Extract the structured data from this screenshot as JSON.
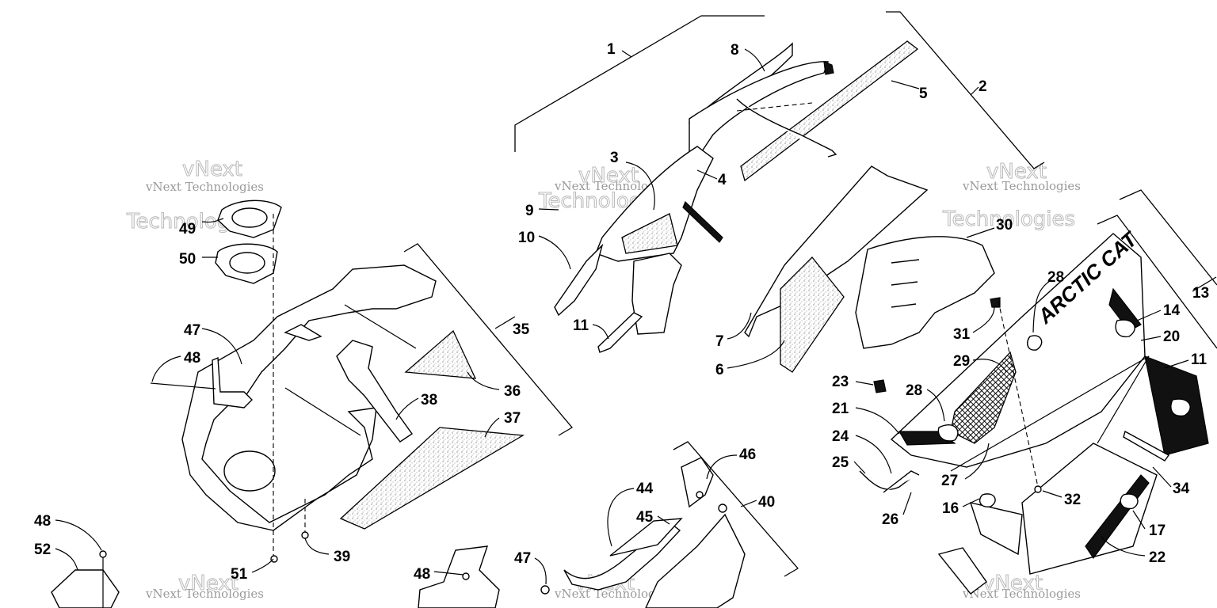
{
  "watermark": {
    "small": "vNext Technologies",
    "large_top": "vNext",
    "large_bottom": "Technologies"
  },
  "logo_text": "ARCTIC CAT",
  "callouts": [
    {
      "id": "c1",
      "label": "1"
    },
    {
      "id": "c2",
      "label": "2"
    },
    {
      "id": "c3",
      "label": "3"
    },
    {
      "id": "c4",
      "label": "4"
    },
    {
      "id": "c5",
      "label": "5"
    },
    {
      "id": "c6",
      "label": "6"
    },
    {
      "id": "c7",
      "label": "7"
    },
    {
      "id": "c8",
      "label": "8"
    },
    {
      "id": "c9",
      "label": "9"
    },
    {
      "id": "c10",
      "label": "10"
    },
    {
      "id": "c11a",
      "label": "11"
    },
    {
      "id": "c11b",
      "label": "11"
    },
    {
      "id": "c13",
      "label": "13"
    },
    {
      "id": "c14",
      "label": "14"
    },
    {
      "id": "c16",
      "label": "16"
    },
    {
      "id": "c17",
      "label": "17"
    },
    {
      "id": "c20",
      "label": "20"
    },
    {
      "id": "c21",
      "label": "21"
    },
    {
      "id": "c22",
      "label": "22"
    },
    {
      "id": "c23",
      "label": "23"
    },
    {
      "id": "c24",
      "label": "24"
    },
    {
      "id": "c25",
      "label": "25"
    },
    {
      "id": "c26",
      "label": "26"
    },
    {
      "id": "c27",
      "label": "27"
    },
    {
      "id": "c28a",
      "label": "28"
    },
    {
      "id": "c28b",
      "label": "28"
    },
    {
      "id": "c29",
      "label": "29"
    },
    {
      "id": "c30",
      "label": "30"
    },
    {
      "id": "c31",
      "label": "31"
    },
    {
      "id": "c32",
      "label": "32"
    },
    {
      "id": "c34",
      "label": "34"
    },
    {
      "id": "c35",
      "label": "35"
    },
    {
      "id": "c36",
      "label": "36"
    },
    {
      "id": "c37",
      "label": "37"
    },
    {
      "id": "c38",
      "label": "38"
    },
    {
      "id": "c39",
      "label": "39"
    },
    {
      "id": "c40",
      "label": "40"
    },
    {
      "id": "c44",
      "label": "44"
    },
    {
      "id": "c45",
      "label": "45"
    },
    {
      "id": "c46",
      "label": "46"
    },
    {
      "id": "c47a",
      "label": "47"
    },
    {
      "id": "c47b",
      "label": "47"
    },
    {
      "id": "c48a",
      "label": "48"
    },
    {
      "id": "c48b",
      "label": "48"
    },
    {
      "id": "c48c",
      "label": "48"
    },
    {
      "id": "c49",
      "label": "49"
    },
    {
      "id": "c50",
      "label": "50"
    },
    {
      "id": "c51",
      "label": "51"
    },
    {
      "id": "c52",
      "label": "52"
    }
  ]
}
